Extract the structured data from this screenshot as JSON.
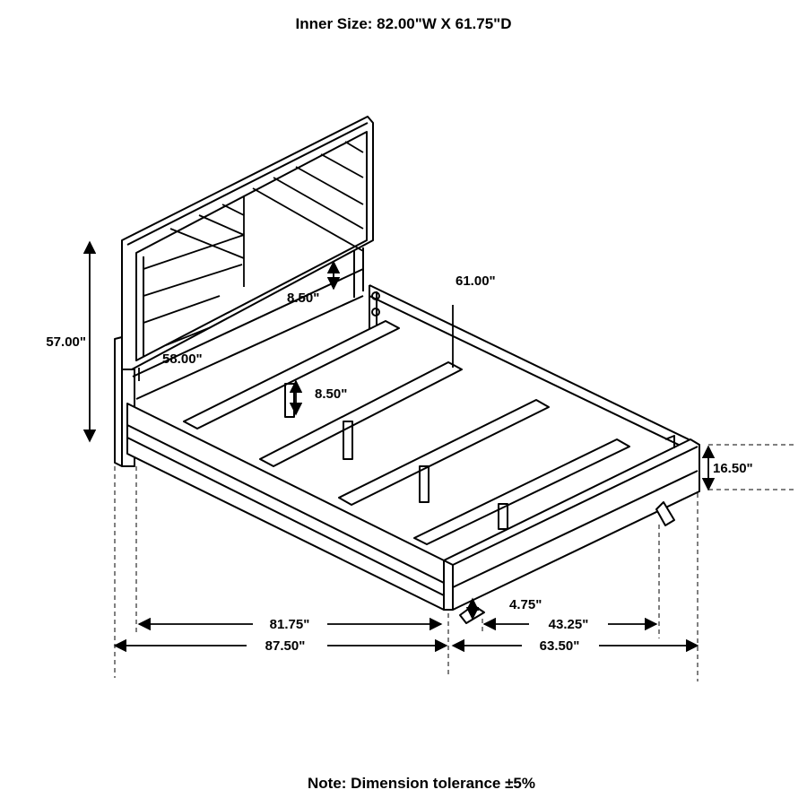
{
  "header": {
    "inner_size": "Inner Size: 82.00\"W X 61.75\"D"
  },
  "footer": {
    "note": "Note: Dimension tolerance ±5%"
  },
  "dimensions": {
    "overall_height": "57.00\"",
    "headboard_width": "58.00\"",
    "headboard_panel_gap": "8.50\"",
    "side_rail_length": "61.00\"",
    "center_support_height": "8.50\"",
    "footboard_height": "16.50\"",
    "foot_clearance": "4.75\"",
    "inner_length": "81.75\"",
    "overall_length": "87.50\"",
    "leg_span": "43.25\"",
    "overall_width": "63.50\""
  }
}
